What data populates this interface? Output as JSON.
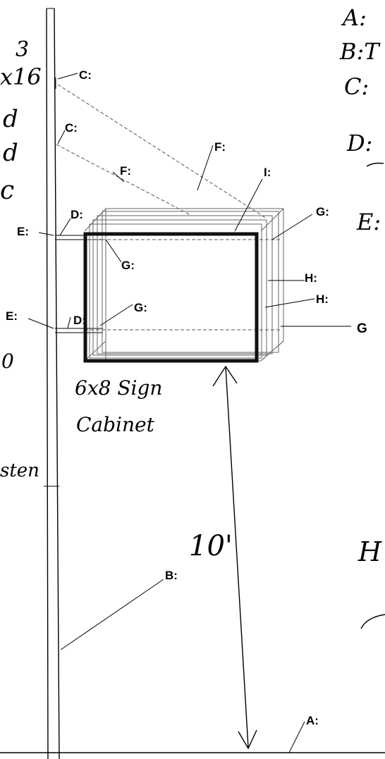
{
  "labels": {
    "a": "A:",
    "b": "B:",
    "c": "C:",
    "d": "D:",
    "e": "E:",
    "f": "F:",
    "g": "G:",
    "g_plain": "G",
    "h": "H:",
    "i": "I:"
  },
  "handwriting": {
    "sign_caption_line1": "6x8 Sign",
    "sign_caption_line2": "Cabinet",
    "height": "10'",
    "left_fragment_1": "3",
    "left_fragment_2": "x16",
    "left_fragment_3": "d",
    "left_fragment_4": "d",
    "left_fragment_5": "c",
    "left_fragment_6": "0",
    "left_fragment_7": "sten",
    "right_fragment_1": "A:",
    "right_fragment_2": "B:T",
    "right_fragment_3": "C:",
    "right_fragment_4": "D:",
    "right_fragment_5": "E:",
    "right_fragment_6": "H"
  }
}
